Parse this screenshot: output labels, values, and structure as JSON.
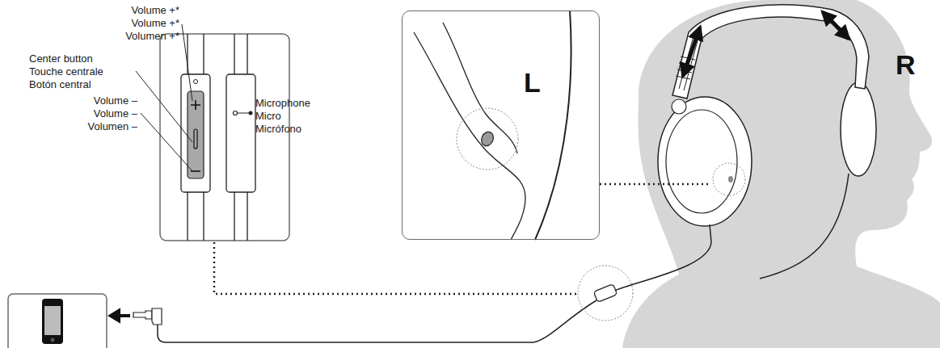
{
  "diagram": {
    "nodes": [
      {
        "text": [
          "L"
        ]
      }
    ],
    "labels": [
      "Volume +*",
      "Volume +*",
      "Volumen +*",
      "Center button",
      "Touche centrale",
      "Botón central",
      "Volume –",
      "Volume –",
      "Volumen –",
      "Microphone",
      "Micro",
      "Micrófono",
      "R"
    ]
  }
}
